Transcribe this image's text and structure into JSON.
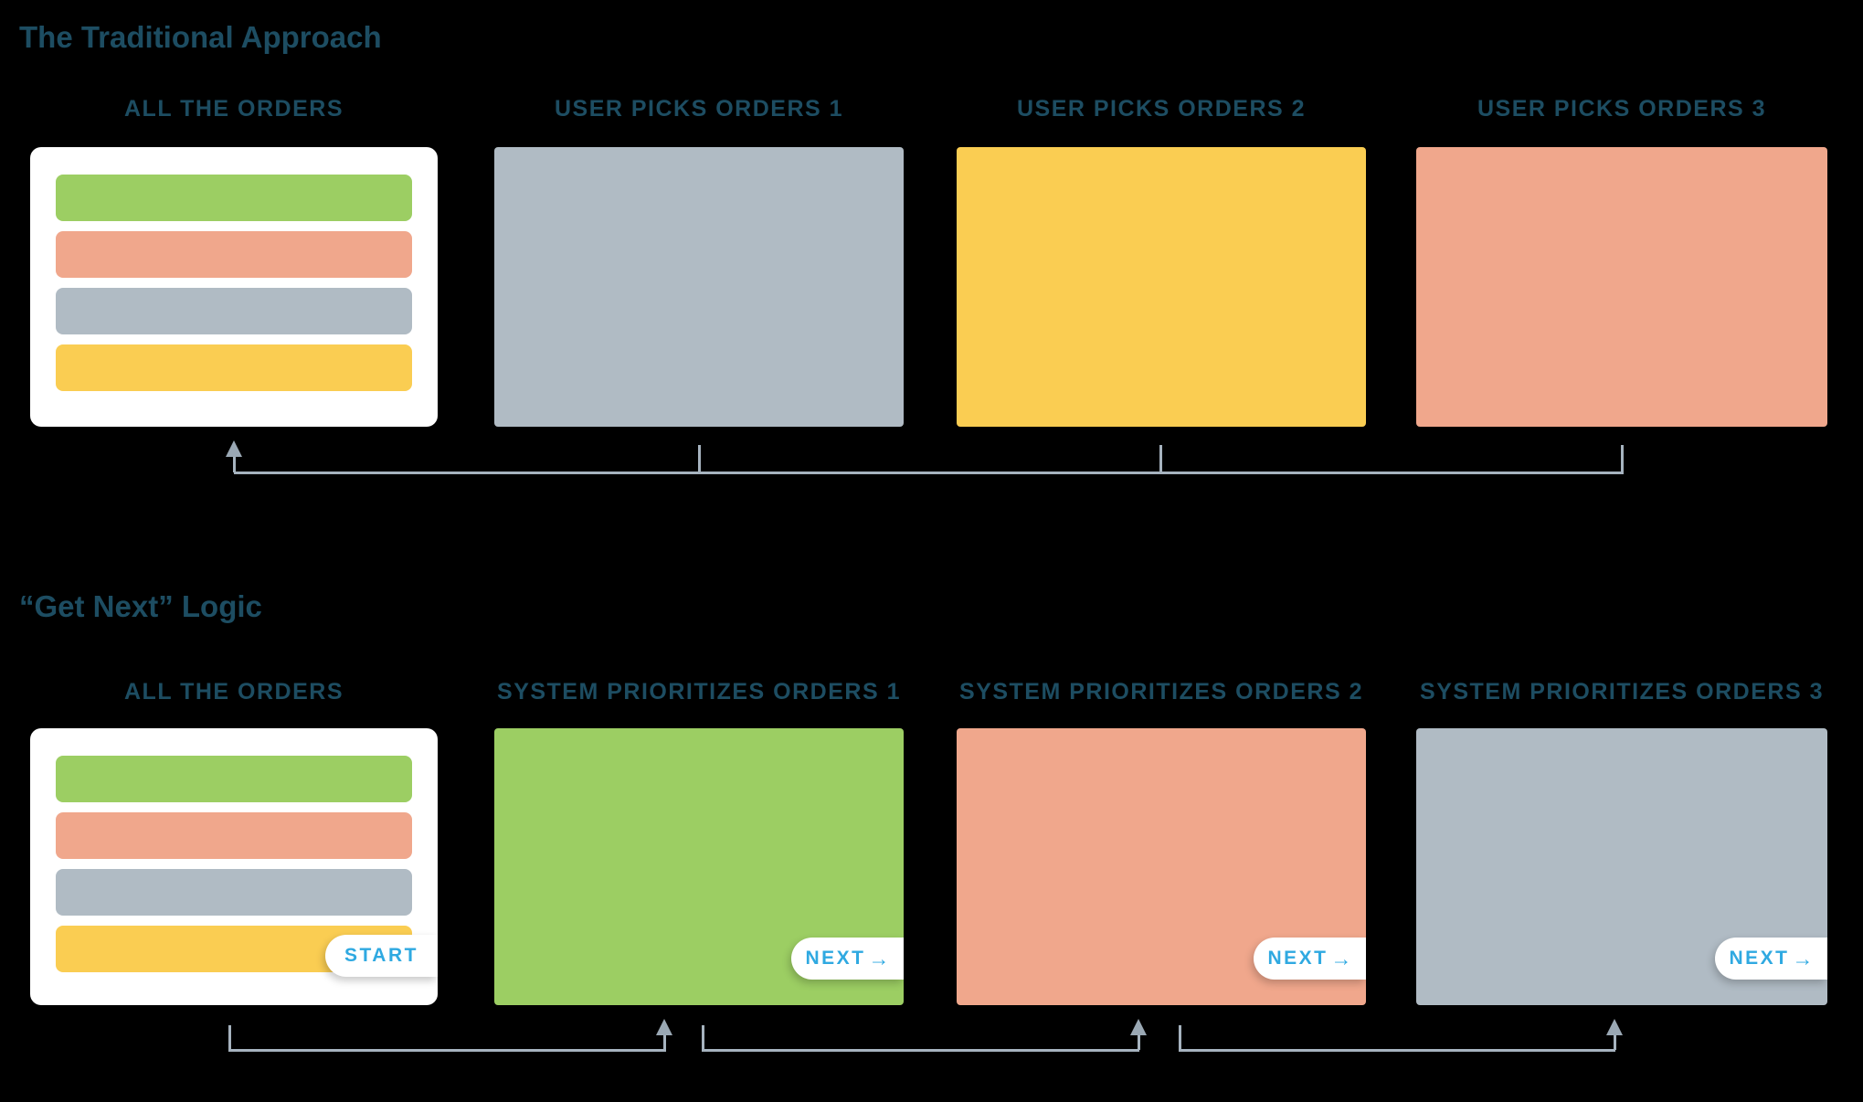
{
  "palette": {
    "background": "#000000",
    "heading": "#1D4D62",
    "label": "#1D4D62",
    "card": "#FFFFFF",
    "green": "#9CCE63",
    "salmon": "#F0A78C",
    "gray": "#B0BBC4",
    "yellow": "#FACD52",
    "connector": "#A6B3BF",
    "connector_arrow": "#9AA8B4",
    "button_text": "#2FA9E1"
  },
  "icons": {
    "arrow_right": "→",
    "arrow_up": "triangle-up-css-shape"
  },
  "order_bars": [
    {
      "name": "green",
      "color": "#9CCE63"
    },
    {
      "name": "salmon",
      "color": "#F0A78C"
    },
    {
      "name": "gray",
      "color": "#B0BBC4"
    },
    {
      "name": "yellow",
      "color": "#FACD52"
    }
  ],
  "sections": {
    "traditional": {
      "title": "The Traditional Approach",
      "columns": [
        {
          "label": "ALL THE ORDERS"
        },
        {
          "label": "USER PICKS ORDERS 1",
          "color": "#B0BBC4"
        },
        {
          "label": "USER PICKS ORDERS 2",
          "color": "#FACD52"
        },
        {
          "label": "USER PICKS ORDERS 3",
          "color": "#F0A78C"
        }
      ]
    },
    "get_next": {
      "title": "“Get Next” Logic",
      "columns": [
        {
          "label": "ALL THE ORDERS",
          "button": "START"
        },
        {
          "label": "SYSTEM PRIORITIZES ORDERS 1",
          "color": "#9CCE63",
          "button": "NEXT"
        },
        {
          "label": "SYSTEM PRIORITIZES ORDERS 2",
          "color": "#F0A78C",
          "button": "NEXT"
        },
        {
          "label": "SYSTEM PRIORITIZES ORDERS 3",
          "color": "#B0BBC4",
          "button": "NEXT"
        }
      ]
    }
  },
  "connectors": {
    "traditional": {
      "type": "merge-back",
      "from": [
        "USER PICKS ORDERS 1",
        "USER PICKS ORDERS 2",
        "USER PICKS ORDERS 3"
      ],
      "to": "ALL THE ORDERS"
    },
    "get_next": {
      "type": "sequence",
      "steps": [
        [
          "ALL THE ORDERS",
          "SYSTEM PRIORITIZES ORDERS 1"
        ],
        [
          "SYSTEM PRIORITIZES ORDERS 1",
          "SYSTEM PRIORITIZES ORDERS 2"
        ],
        [
          "SYSTEM PRIORITIZES ORDERS 2",
          "SYSTEM PRIORITIZES ORDERS 3"
        ]
      ]
    }
  }
}
